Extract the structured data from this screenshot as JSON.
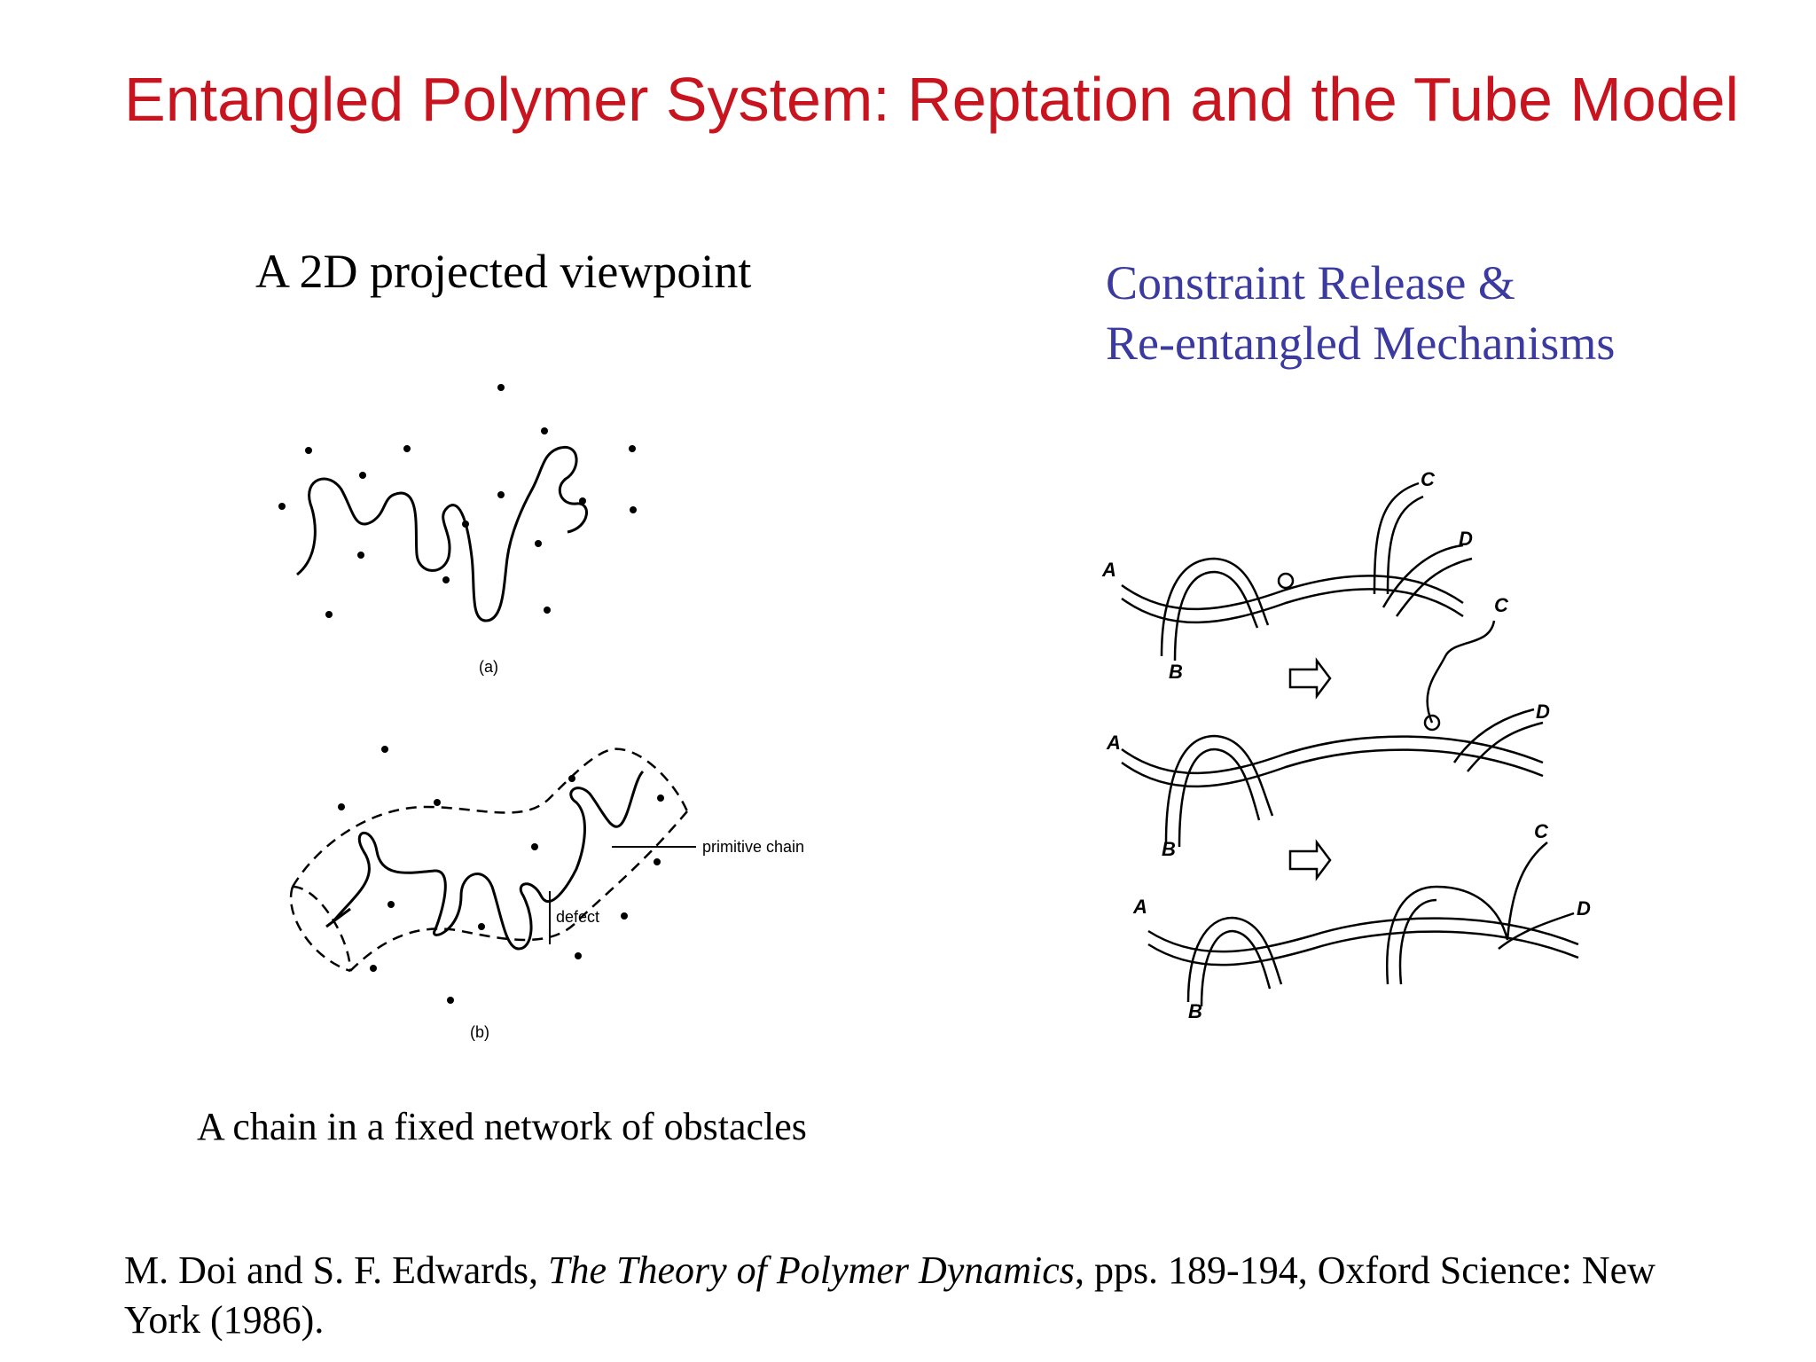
{
  "slide": {
    "title": "Entangled Polymer System: Reptation and the Tube Model",
    "left_heading": "A 2D projected viewpoint",
    "right_heading_line1": "Constraint Release &",
    "right_heading_line2": "Re-entangled Mechanisms",
    "caption": "A chain in a fixed network of obstacles",
    "citation": {
      "authors": "M. Doi and S. F. Edwards, ",
      "book": "The Theory of Polymer Dynamics",
      "details": ", pps. 189-194, Oxford Science: New York (1986)."
    }
  },
  "figure_left": {
    "panel_a_label": "(a)",
    "panel_b_label": "(b)",
    "primitive_chain_label": "primitive chain",
    "defect_label": "defect"
  },
  "figure_right": {
    "labels": [
      "A",
      "B",
      "C",
      "D"
    ],
    "arrow_count": 2
  }
}
